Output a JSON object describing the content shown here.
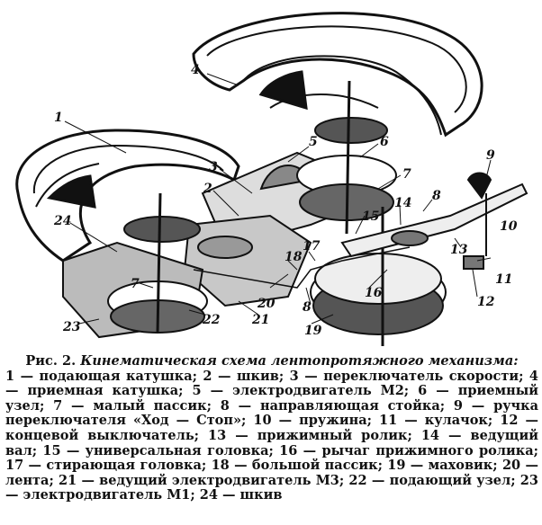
{
  "caption": {
    "fig_label": "Рис. 2.",
    "title": "Кинематическая схема лентопротяжного механизма:",
    "items": [
      {
        "n": "1",
        "text": "подающая катушка"
      },
      {
        "n": "2",
        "text": "шкив"
      },
      {
        "n": "3",
        "text": "переключатель скорости"
      },
      {
        "n": "4",
        "text": "приемная катушка"
      },
      {
        "n": "5",
        "text": "электродвигатель М2"
      },
      {
        "n": "6",
        "text": "приемный узел"
      },
      {
        "n": "7",
        "text": "малый пассик"
      },
      {
        "n": "8",
        "text": "направляющая стойка"
      },
      {
        "n": "9",
        "text": "ручка переключателя «Ход — Стоп»"
      },
      {
        "n": "10",
        "text": "пружина"
      },
      {
        "n": "11",
        "text": "кулачок"
      },
      {
        "n": "12",
        "text": "концевой выключатель"
      },
      {
        "n": "13",
        "text": "прижимный ролик"
      },
      {
        "n": "14",
        "text": "ведущий вал"
      },
      {
        "n": "15",
        "text": "универсальная головка"
      },
      {
        "n": "16",
        "text": "рычаг прижимного ролика"
      },
      {
        "n": "17",
        "text": "стирающая головка"
      },
      {
        "n": "18",
        "text": "большой пассик"
      },
      {
        "n": "19",
        "text": "маховик"
      },
      {
        "n": "20",
        "text": "лента"
      },
      {
        "n": "21",
        "text": "ведущий электродвигатель М3"
      },
      {
        "n": "22",
        "text": "подающий узел"
      },
      {
        "n": "23",
        "text": "электродвигатель М1"
      },
      {
        "n": "24",
        "text": "шкив"
      }
    ]
  },
  "figure_labels": {
    "l1": "1",
    "l2": "2",
    "l3": "3",
    "l4": "4",
    "l5": "5",
    "l6": "6",
    "l7a": "7",
    "l7b": "7",
    "l8a": "8",
    "l8b": "8",
    "l9": "9",
    "l10": "10",
    "l11": "11",
    "l12": "12",
    "l13": "13",
    "l14": "14",
    "l15": "15",
    "l16": "16",
    "l17": "17",
    "l18": "18",
    "l19": "19",
    "l20": "20",
    "l21": "21",
    "l22": "22",
    "l23": "23",
    "l24": "24"
  }
}
